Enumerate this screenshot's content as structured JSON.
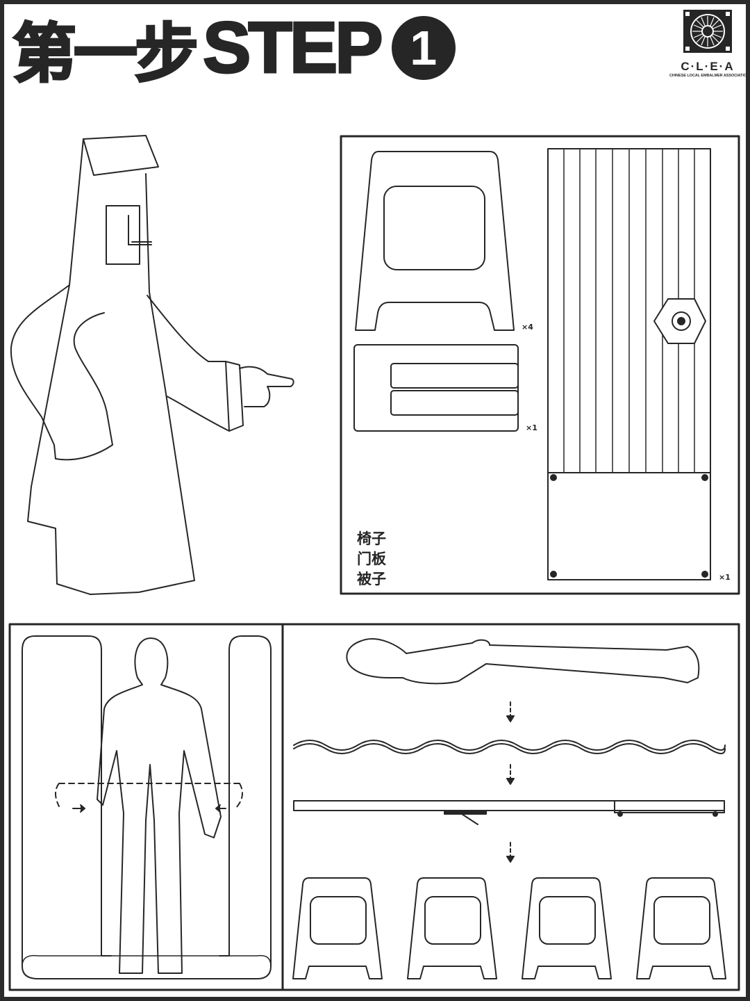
{
  "title": {
    "chinese": "第一步",
    "english": "STEP",
    "step_number": "1"
  },
  "logo": {
    "abbreviation": "C·L·E·A",
    "full_name": "CHINESE LOCAL EMBALMER ASSOCIATION"
  },
  "parts_panel": {
    "quantities": {
      "stool": "×4",
      "quilt": "×1",
      "door_panel": "×1"
    },
    "part_names": [
      "椅子",
      "门板",
      "被子"
    ]
  },
  "colors": {
    "ink": "#262626",
    "background": "#ffffff"
  }
}
